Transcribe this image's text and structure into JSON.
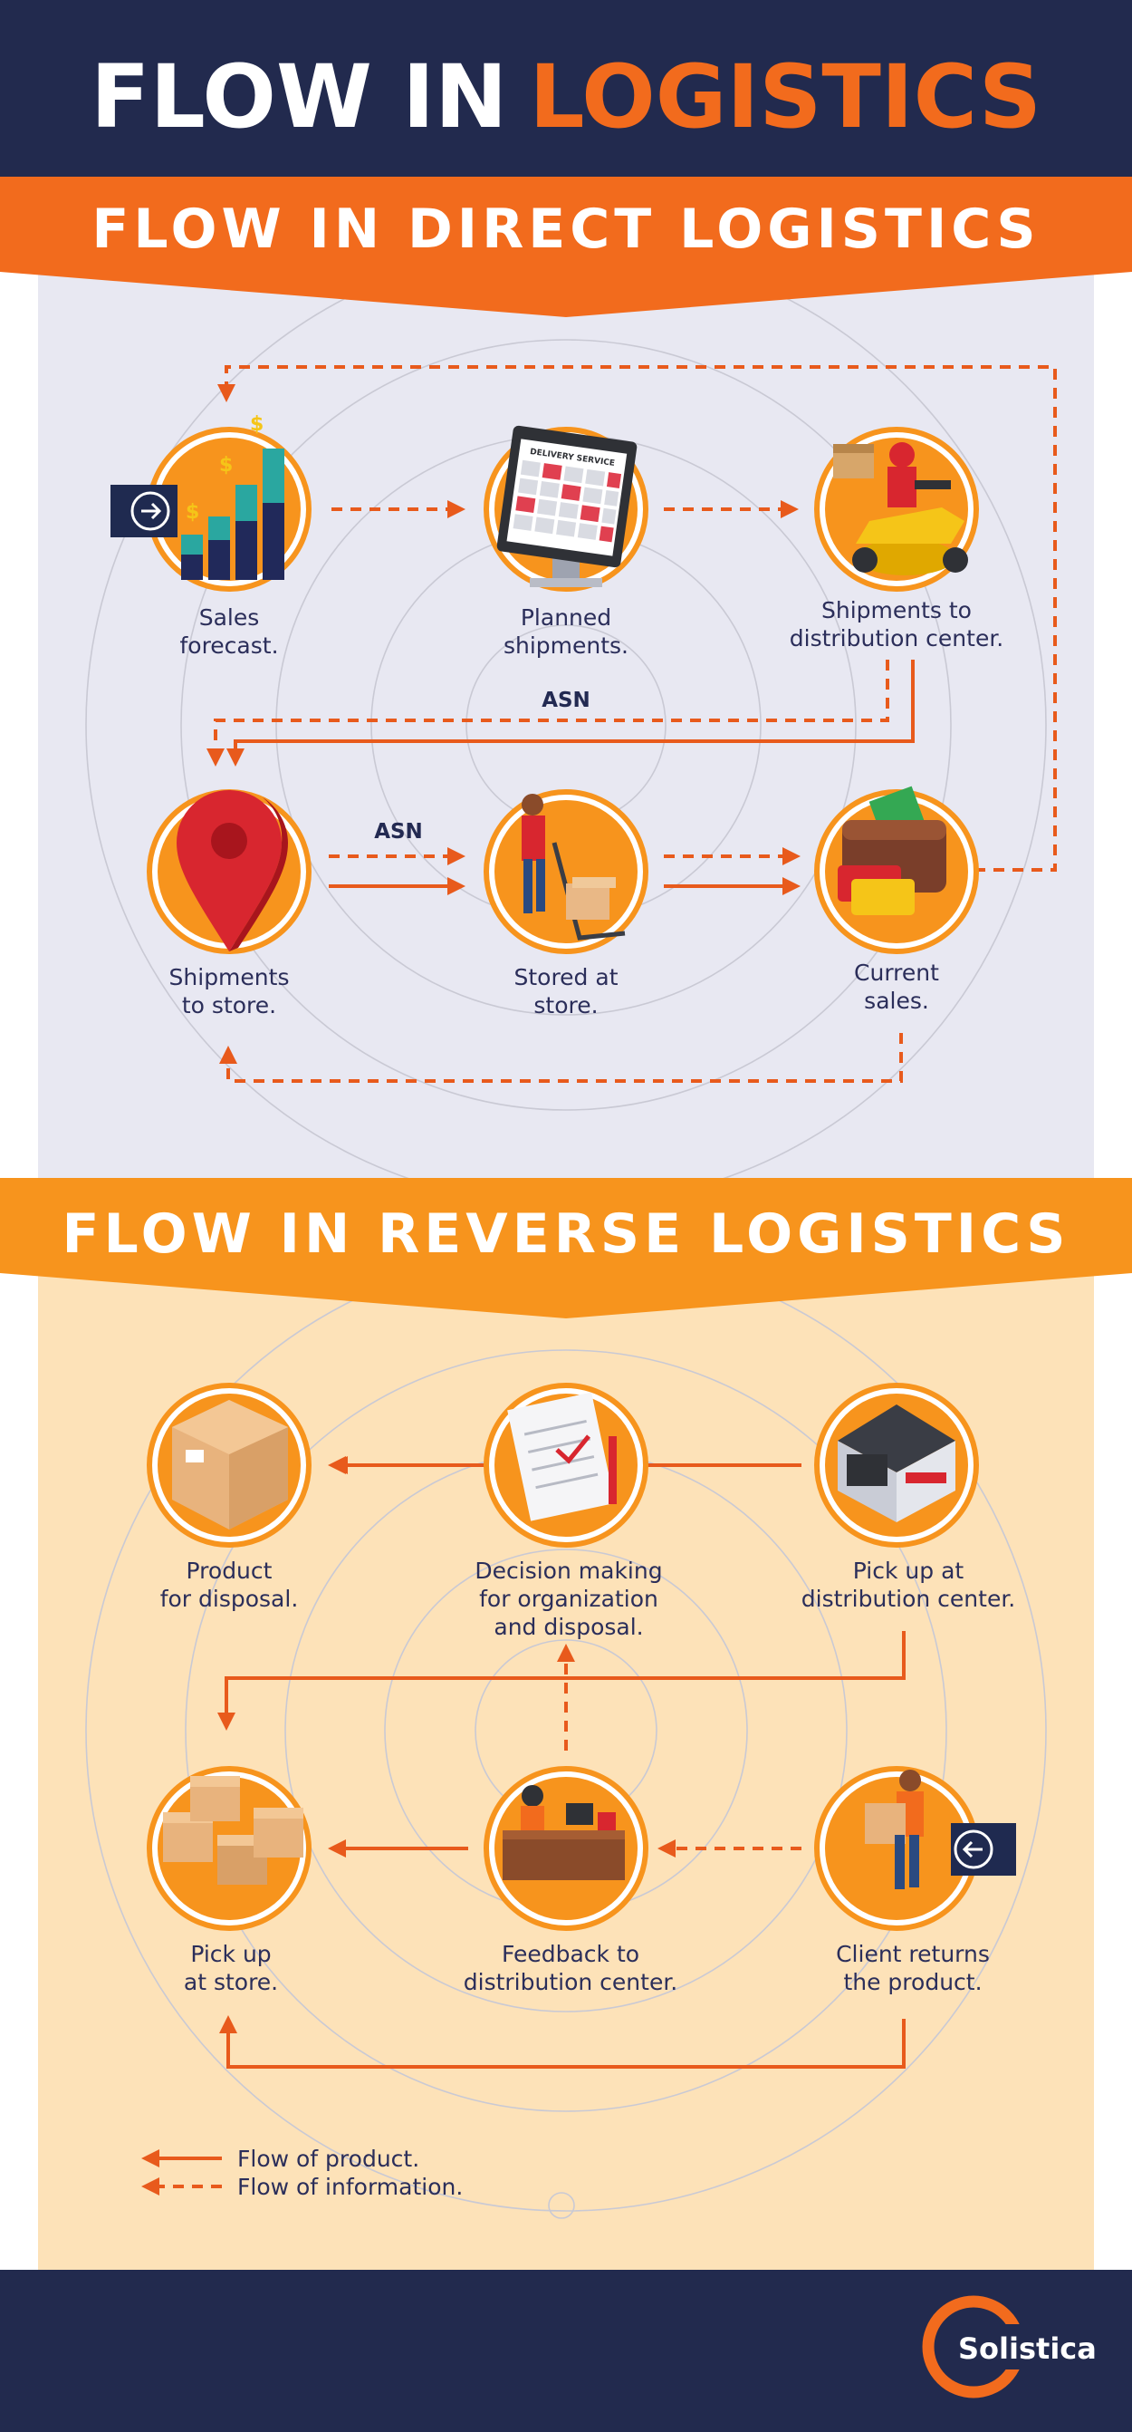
{
  "header": {
    "title_part1": "FLOW IN",
    "title_part2": "LOGISTICS"
  },
  "direct": {
    "title": "FLOW IN DIRECT LOGISTICS",
    "asn_label_top": "ASN",
    "asn_label_mid": "ASN",
    "nodes": [
      {
        "line1": "Sales",
        "line2": "forecast.",
        "icon": "growth-chart-icon"
      },
      {
        "line1": "Planned",
        "line2": "shipments.",
        "icon": "delivery-service-calendar-icon"
      },
      {
        "line1": "Shipments to",
        "line2": "distribution center.",
        "icon": "delivery-scooter-icon"
      },
      {
        "line1": "Shipments",
        "line2": "to store.",
        "icon": "location-pin-icon"
      },
      {
        "line1": "Stored at",
        "line2": "store.",
        "icon": "hand-truck-worker-icon"
      },
      {
        "line1": "Current",
        "line2": "sales.",
        "icon": "wallet-icon"
      }
    ],
    "calendar_text": "DELIVERY SERVICE"
  },
  "reverse": {
    "title": "FLOW IN REVERSE LOGISTICS",
    "nodes": [
      {
        "line1": "Product",
        "line2": "for disposal.",
        "icon": "cardboard-box-icon"
      },
      {
        "line1": "Decision making",
        "line2": "for organization",
        "line3": "and disposal.",
        "icon": "checklist-notebook-icon"
      },
      {
        "line1": "Pick up at",
        "line2": "distribution center.",
        "icon": "warehouse-icon"
      },
      {
        "line1": "Pick up",
        "line2": "at store.",
        "icon": "stacked-boxes-icon"
      },
      {
        "line1": "Feedback to",
        "line2": "distribution center.",
        "icon": "office-desk-worker-icon"
      },
      {
        "line1": "Client returns",
        "line2": "the product.",
        "icon": "courier-carrying-box-icon"
      }
    ]
  },
  "legend": {
    "product_flow": "Flow of product.",
    "information_flow": "Flow of information."
  },
  "footer": {
    "brand": "Solistica"
  },
  "colors": {
    "navy": "#222a4e",
    "orange": "#f26b1d",
    "light_orange": "#f7941d",
    "accent_red": "#e85a1c",
    "lavender": "#e8e8f2",
    "peach": "#fde2b8"
  }
}
